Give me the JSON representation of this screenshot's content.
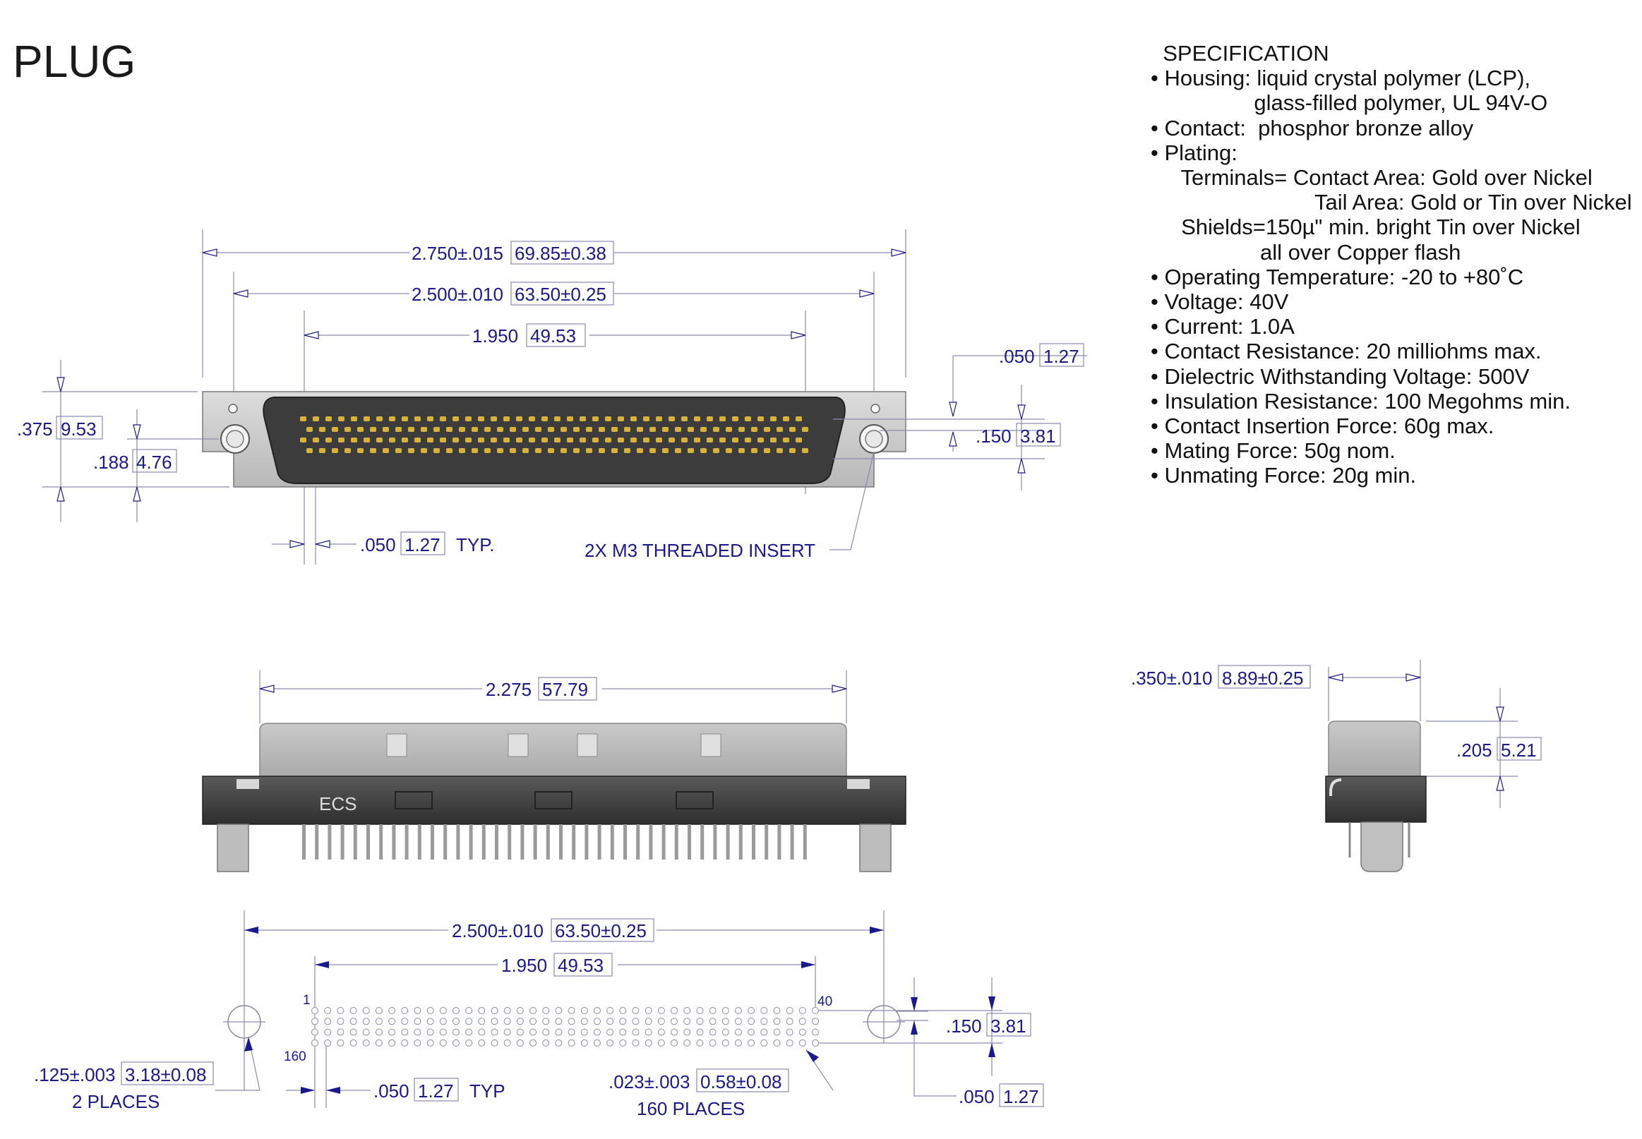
{
  "title": "PLUG",
  "specification": {
    "lines": [
      "  SPECIFICATION",
      "• Housing: liquid crystal polymer (LCP),",
      "                 glass-filled polymer, UL 94V-O",
      "• Contact:  phosphor bronze alloy",
      "• Plating:",
      "     Terminals= Contact Area: Gold over Nickel",
      "                           Tail Area: Gold or Tin over Nickel",
      "     Shields=150µ\" min. bright Tin over Nickel",
      "                  all over Copper flash",
      "• Operating Temperature: -20 to +80˚C",
      "• Voltage: 40V",
      "• Current: 1.0A",
      "• Contact Resistance: 20 milliohms max.",
      "• Dielectric Withstanding Voltage: 500V",
      "• Insulation Resistance: 100 Megohms min.",
      "• Contact Insertion Force: 60g max.",
      "• Mating Force: 50g nom.",
      "• Unmating Force: 20g min."
    ]
  },
  "top_view": {
    "dim_overall": {
      "inch": "2.750±.015",
      "mm": "69.85±0.38"
    },
    "dim_mount": {
      "inch": "2.500±.010",
      "mm": "63.50±0.25"
    },
    "dim_contacts": {
      "inch": "1.950",
      "mm": "49.53"
    },
    "dim_height": {
      "inch": ".375",
      "mm": "9.53"
    },
    "dim_half_height": {
      "inch": ".188",
      "mm": "4.76"
    },
    "dim_offset": {
      "inch": ".050",
      "mm": "1.27"
    },
    "dim_row_span": {
      "inch": ".150",
      "mm": "3.81"
    },
    "dim_pitch": {
      "inch": ".050",
      "mm": "1.27",
      "suffix": "TYP."
    },
    "threaded_insert_label": "2X M3 THREADED INSERT"
  },
  "front_view": {
    "dim_width": {
      "inch": "2.275",
      "mm": "57.79"
    },
    "brand_mark": "ECS"
  },
  "side_view": {
    "dim_depth": {
      "inch": ".350±.010",
      "mm": "8.89±0.25"
    },
    "dim_height": {
      "inch": ".205",
      "mm": "5.21"
    }
  },
  "footprint": {
    "dim_mount": {
      "inch": "2.500±.010",
      "mm": "63.50±0.25"
    },
    "dim_contacts": {
      "inch": "1.950",
      "mm": "49.53"
    },
    "dim_row_span": {
      "inch": ".150",
      "mm": "3.81"
    },
    "dim_offset": {
      "inch": ".050",
      "mm": "1.27"
    },
    "dim_hole": {
      "inch": ".125±.003",
      "mm": "3.18±0.08",
      "note": "2 PLACES"
    },
    "dim_pitch": {
      "inch": ".050",
      "mm": "1.27",
      "suffix": "TYP"
    },
    "dim_pin_hole": {
      "inch": ".023±.003",
      "mm": "0.58±0.08",
      "note": "160 PLACES"
    },
    "pin_label_first": "1",
    "pin_label_40": "40",
    "pin_label_160": "160"
  },
  "contacts": {
    "rows": 4,
    "per_row": 40
  }
}
